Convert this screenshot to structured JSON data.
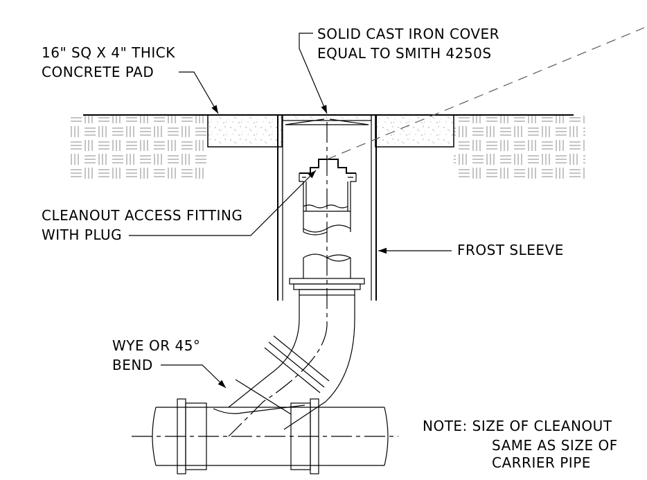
{
  "labels": {
    "concrete_pad_1": "16\" SQ X 4\" THICK",
    "concrete_pad_2": "CONCRETE PAD",
    "cover_1": "SOLID CAST IRON COVER",
    "cover_2": "EQUAL TO SMITH 4250S",
    "cleanout_1": "CLEANOUT ACCESS FITTING",
    "cleanout_2": "WITH PLUG",
    "frost_sleeve": "FROST SLEEVE",
    "wye_1": "WYE OR 45°",
    "wye_2": "BEND",
    "note_1": "NOTE: SIZE OF CLEANOUT",
    "note_2": "SAME AS SIZE OF",
    "note_3": "CARRIER PIPE"
  }
}
